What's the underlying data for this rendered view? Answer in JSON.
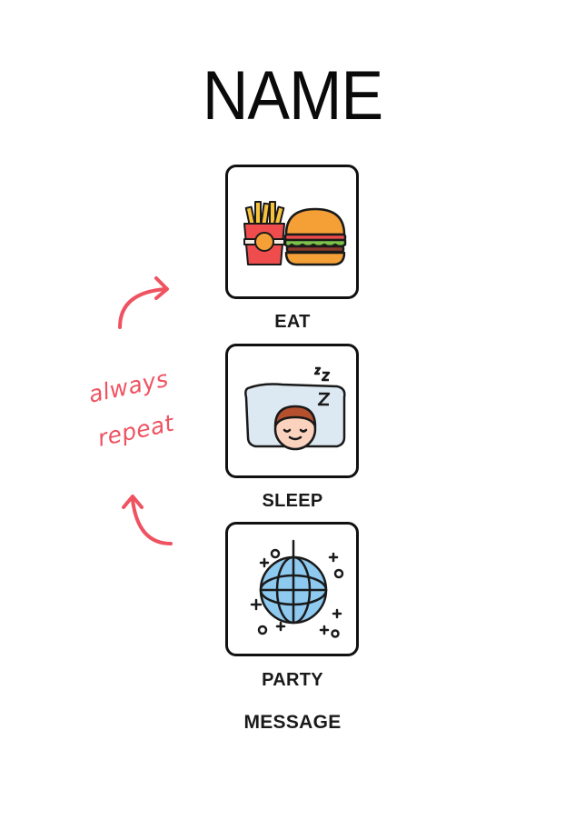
{
  "title": "NAME",
  "cards": [
    {
      "label": "EAT",
      "icon": "fries-burger-icon"
    },
    {
      "label": "SLEEP",
      "icon": "sleeping-face-icon"
    },
    {
      "label": "PARTY",
      "icon": "disco-ball-icon"
    }
  ],
  "message": "MESSAGE",
  "annotation": {
    "line1": "always",
    "line2": "repeat",
    "color": "#ef5261"
  },
  "colors": {
    "accent": "#ef5261",
    "border": "#111111",
    "fries_box": "#ef4d4d",
    "fries": "#f9c23c",
    "bun": "#f4a037",
    "lettuce": "#7cc24a",
    "pillow": "#dde9f2",
    "hair": "#b5502e",
    "skin": "#fbd2bd",
    "disco": "#8ec9ef"
  }
}
